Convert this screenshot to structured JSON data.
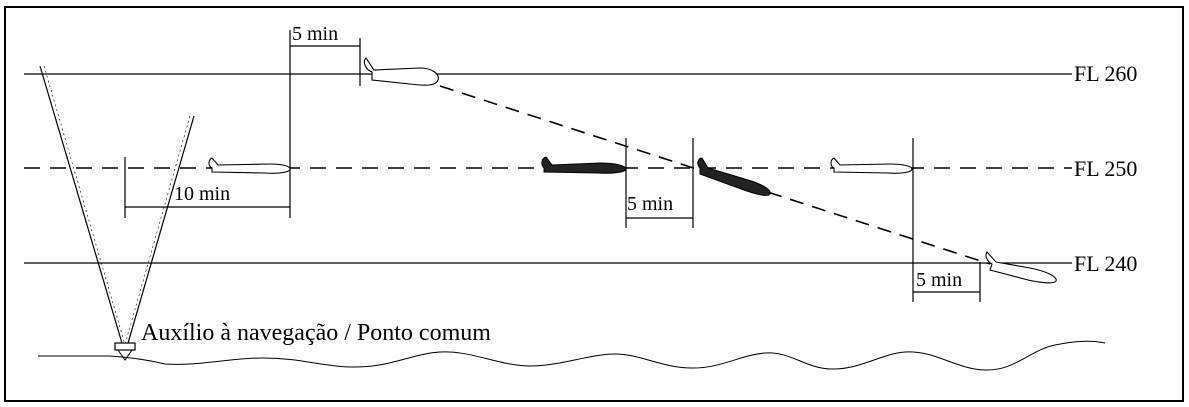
{
  "diagram": {
    "levels": {
      "fl260": "FL 260",
      "fl250": "FL 250",
      "fl240": "FL 240"
    },
    "intervals": {
      "top_left": "5 min",
      "left_long": "10 min",
      "middle": "5 min",
      "bottom_right": "5 min"
    },
    "ground_label": "Auxílio à navegação / Ponto comum",
    "colors": {
      "line": "#000000",
      "aircraft_outline": "#000000",
      "aircraft_filled": "#222222",
      "background": "#ffffff"
    }
  }
}
